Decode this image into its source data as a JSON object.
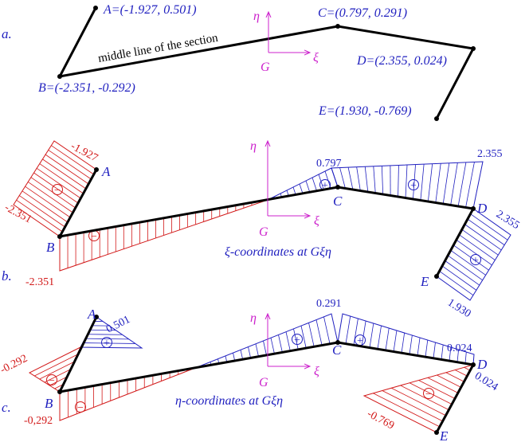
{
  "colors": {
    "blue": "#1f1fbf",
    "red": "#d21919",
    "magenta": "#cc22cc",
    "section": "#000000"
  },
  "panel_a": {
    "label": "a.",
    "section_caption": "middle line of the section",
    "points": {
      "A": "A=(-1.927, 0.501)",
      "B": "B=(-2.351, -0.292)",
      "C": "C=(0.797, 0.291)",
      "D": "D=(2.355, 0.024)",
      "E": "E=(1.930, -0.769)"
    },
    "axes": {
      "eta": "η",
      "xi": "ξ",
      "origin": "G"
    }
  },
  "panel_b": {
    "label": "b.",
    "caption": "ξ-coordinates at Gξη",
    "points": {
      "A": "A",
      "B": "B",
      "C": "C",
      "D": "D",
      "E": "E"
    },
    "values": {
      "A_top": "-1.927",
      "B_left": "-2.351",
      "B_bottom": "-2.351",
      "C_top": "0.797",
      "D_top": "2.355",
      "D_right": "2.355",
      "E_bottom": "1.930"
    },
    "signs": {
      "minus_AB": "−",
      "minus_BG": "−",
      "plus_GC": "+",
      "plus_CD": "+",
      "plus_DE": "+"
    },
    "axes": {
      "eta": "η",
      "xi": "ξ",
      "origin": "G"
    }
  },
  "panel_c": {
    "label": "c.",
    "caption": "η-coordinates at Gξη",
    "points": {
      "A": "A",
      "B": "B",
      "C": "C",
      "D": "D",
      "E": "E"
    },
    "values": {
      "A_right": "0.501",
      "B_top": "-0.292",
      "B_bottom": "-0,292",
      "C_top": "0.291",
      "D_left": "0.024",
      "D_bottom": "0.024",
      "E_left": "-0.769"
    },
    "signs": {
      "plus_AB": "+",
      "minus_BA": "−",
      "minus_BC": "−",
      "plus_GC": "+",
      "plus_CD": "+",
      "minus_DE": "−"
    },
    "axes": {
      "eta": "η",
      "xi": "ξ",
      "origin": "G"
    }
  }
}
